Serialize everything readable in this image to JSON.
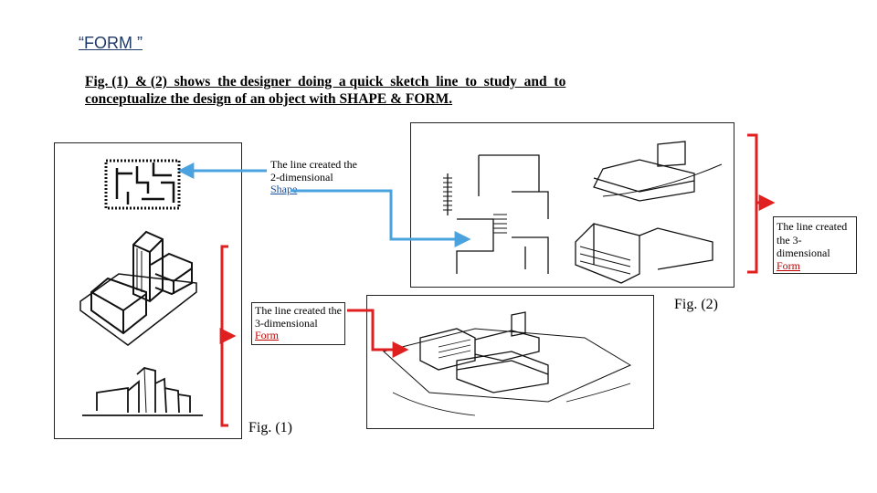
{
  "slide": {
    "title": "“FORM ”",
    "intro_line1": "Fig. (1)  & (2)  shows  the designer  doing  a quick  sketch  line  to  study  and  to",
    "intro_line2": "conceptualize the design of an object with SHAPE & FORM."
  },
  "notes": {
    "shape_note": {
      "text": "The line created the 2-dimensional",
      "keyword": "Shape"
    },
    "form_note_left": {
      "text": "The line created the 3-dimensional",
      "keyword": "Form"
    },
    "form_note_right": {
      "text": "The line created the 3-dimensional",
      "keyword": "Form"
    }
  },
  "figures": {
    "fig1_label": "Fig. (1)",
    "fig2_label": "Fig. (2)"
  },
  "colors": {
    "blue_arrow": "#4aa3df",
    "red_arrow": "#e02020",
    "bracket_red": "#e02020",
    "title_text": "#1f3a68"
  }
}
